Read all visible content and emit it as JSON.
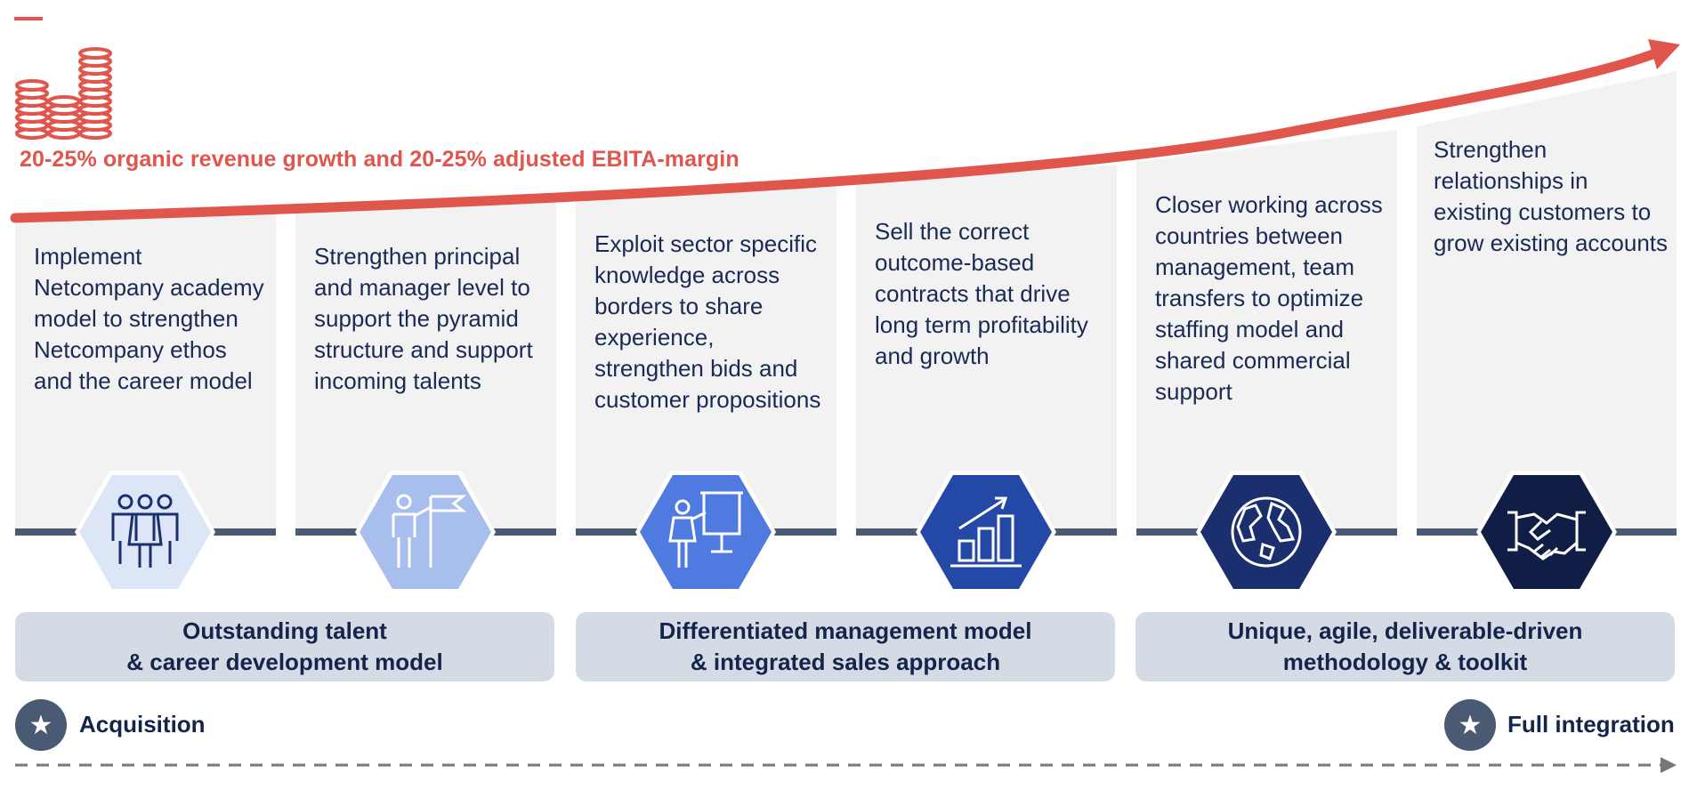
{
  "headline": "20-25% organic revenue growth and 20-25% adjusted EBITA-margin",
  "columns": [
    {
      "text": "Implement Netcompany academy model to strengthen Netcompany ethos and the career model",
      "icon": "people-group-icon",
      "color": "#dce6f7"
    },
    {
      "text": "Strengthen principal and manager level to support the pyramid structure and support incoming talents",
      "icon": "person-flag-icon",
      "color": "#a8bfee"
    },
    {
      "text": "Exploit sector specific knowledge across borders to share experience, strengthen bids and customer propositions",
      "icon": "presenter-icon",
      "color": "#4f7be0"
    },
    {
      "text": "Sell the correct outcome-based contracts that drive long term profitability and growth",
      "icon": "growth-chart-icon",
      "color": "#2448a6"
    },
    {
      "text": "Closer working across countries between management, team transfers to optimize staffing model and shared commercial support",
      "icon": "globe-icon",
      "color": "#1b2f6e"
    },
    {
      "text": "Strengthen relationships in existing customers to grow existing accounts",
      "icon": "handshake-icon",
      "color": "#101e45"
    }
  ],
  "pillars": [
    {
      "line1": "Outstanding talent",
      "line2": "& career development model"
    },
    {
      "line1": "Differentiated management model",
      "line2": "& integrated sales approach"
    },
    {
      "line1": "Unique, agile, deliverable-driven",
      "line2": "methodology & toolkit"
    }
  ],
  "timeline": {
    "start": "Acquisition",
    "end": "Full integration",
    "star": "★"
  },
  "colors": {
    "accent": "#e0554c",
    "navy": "#14244a",
    "panel": "#f2f2f2",
    "pillar": "#d5dbe5",
    "bar": "#4a5a73"
  }
}
